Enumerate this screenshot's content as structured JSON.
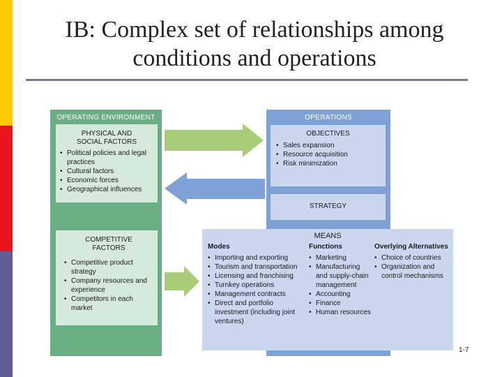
{
  "slide": {
    "title_line1": "IB: Complex set of relationships among",
    "title_line2": "conditions and operations",
    "page_number": "1-7",
    "accent_colors": [
      "#ffcc00",
      "#e8141c",
      "#5c5c96"
    ]
  },
  "diagram": {
    "environment": {
      "header": "OPERATING ENVIRONMENT",
      "physical": {
        "title_line1": "PHYSICAL AND",
        "title_line2": "SOCIAL FACTORS",
        "items": [
          "Political policies and legal practices",
          "Cultural factors",
          "Economic forces",
          "Geographical influences"
        ]
      },
      "competitive": {
        "title_line1": "COMPETITIVE",
        "title_line2": "FACTORS",
        "items": [
          "Competitive product strategy",
          "Company resources and experience",
          "Competitors in each market"
        ]
      }
    },
    "operations": {
      "header": "OPERATIONS",
      "objectives": {
        "title": "OBJECTIVES",
        "items": [
          "Sales expansion",
          "Resource acquisition",
          "Risk minimization"
        ]
      },
      "strategy": "STRATEGY",
      "means": {
        "title": "MEANS",
        "modes": {
          "title": "Modes",
          "items": [
            "Importing and exporting",
            "Tourism and transportation",
            "Licensing and franchising",
            "Turnkey operations",
            "Management contracts",
            "Direct and portfolio investment (including joint ventures)"
          ]
        },
        "functions": {
          "title": "Functions",
          "items": [
            "Marketing",
            "Manufacturing and supply-chain management",
            "Accounting",
            "Finance",
            "Human resources"
          ]
        },
        "alternatives": {
          "title": "Overlying Alternatives",
          "items": [
            "Choice of countries",
            "Organization and control mechanisms"
          ]
        }
      }
    }
  }
}
